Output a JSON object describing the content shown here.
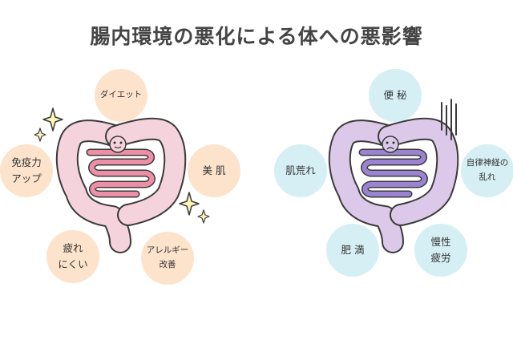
{
  "title": "腸内環境の悪化による体への悪影響",
  "left_group": {
    "items": [
      {
        "label": "ダイエット"
      },
      {
        "label": "美 肌"
      },
      {
        "label": "アレルギー\n改善"
      },
      {
        "label": "疲れ\nにくい"
      },
      {
        "label": "免疫力\nアップ"
      }
    ],
    "colors": {
      "circle": "#fde3cc",
      "intestine_outer": "#f5d3dc",
      "intestine_inner": "#ee8fa8"
    }
  },
  "right_group": {
    "items": [
      {
        "label": "便 秘"
      },
      {
        "label": "自律神経の\n乱れ"
      },
      {
        "label": "慢性\n疲労"
      },
      {
        "label": "肥 満"
      },
      {
        "label": "肌荒れ"
      }
    ],
    "colors": {
      "circle": "#d6eff5",
      "intestine_outer": "#dcc9ea",
      "intestine_inner": "#9a84d2"
    }
  }
}
